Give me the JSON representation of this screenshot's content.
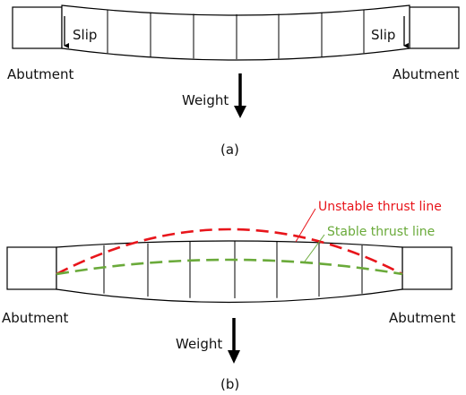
{
  "panel_a": {
    "caption": "(a)",
    "abutment_left_label": "Abutment",
    "abutment_right_label": "Abutment",
    "slip_left_label": "Slip",
    "slip_right_label": "Slip",
    "weight_label": "Weight"
  },
  "panel_b": {
    "caption": "(b)",
    "abutment_left_label": "Abutment",
    "abutment_right_label": "Abutment",
    "weight_label": "Weight",
    "unstable_label": "Unstable thrust line",
    "stable_label": "Stable thrust line"
  },
  "colors": {
    "unstable": "#e8151b",
    "stable": "#6aaa3a",
    "outline": "#000000"
  }
}
